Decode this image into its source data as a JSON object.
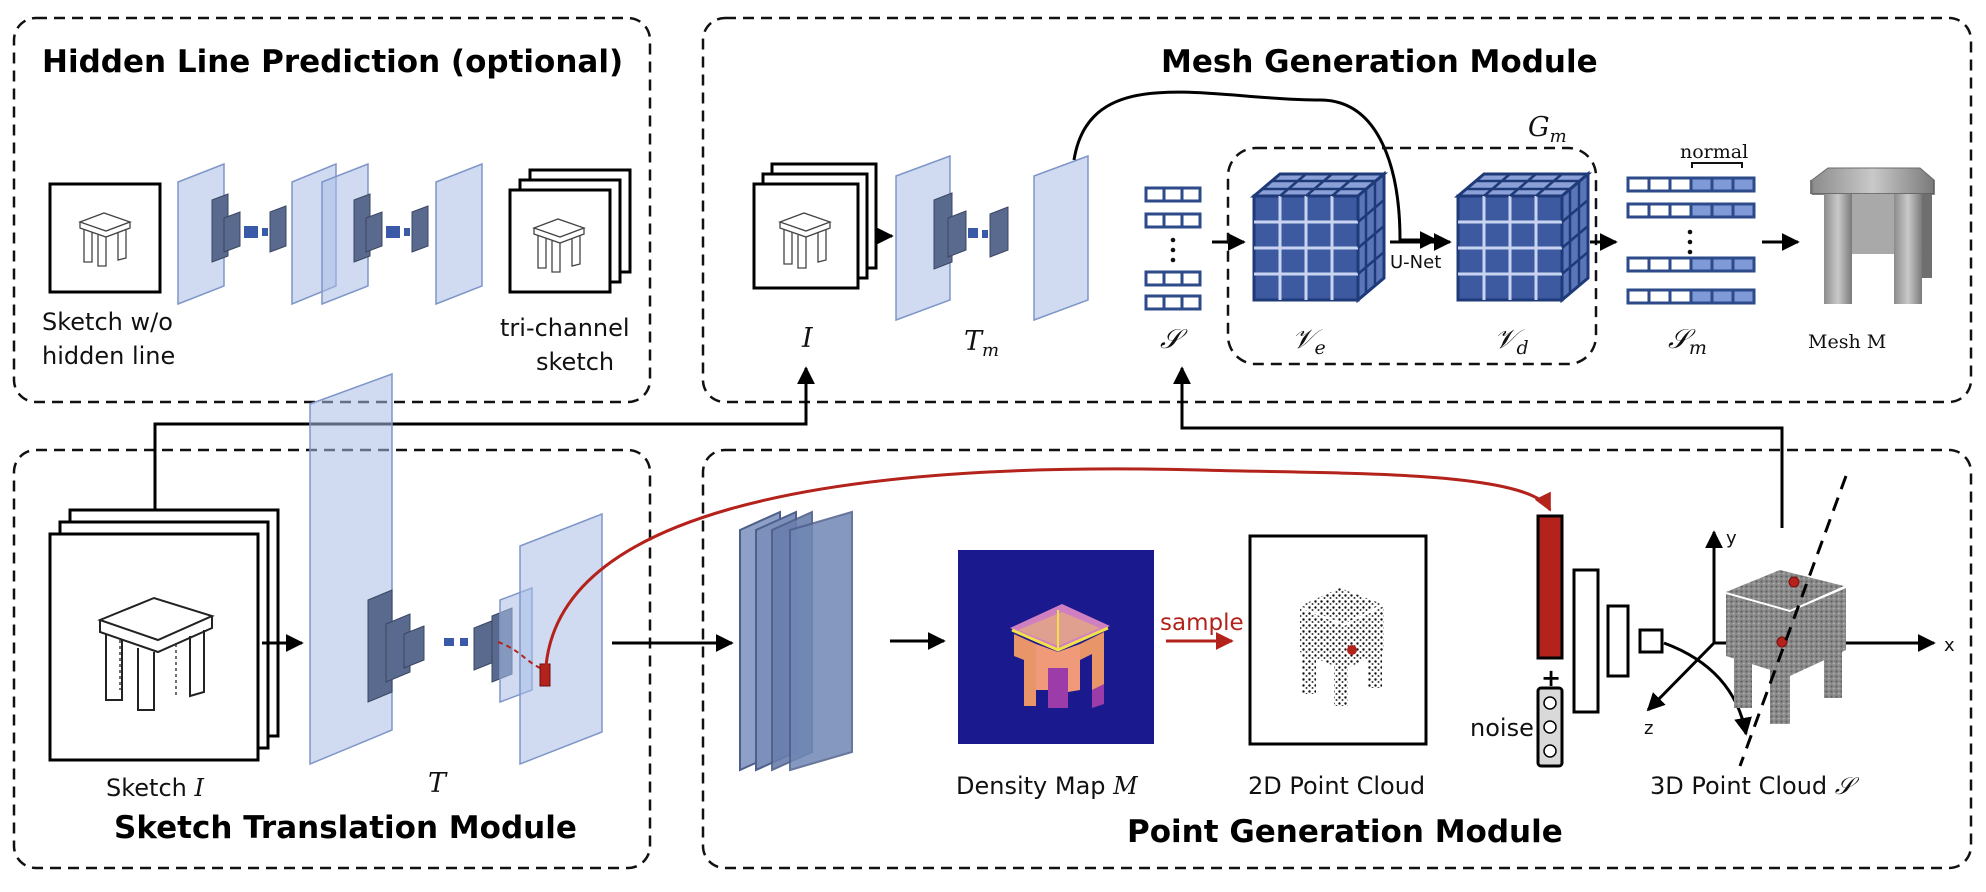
{
  "panels": {
    "hidden_line": {
      "title": "Hidden Line Prediction (optional)"
    },
    "mesh_generation": {
      "title": "Mesh Generation Module"
    },
    "sketch_translation": {
      "title": "Sketch Translation Module"
    },
    "point_generation": {
      "title": "Point Generation Module"
    }
  },
  "hidden_line": {
    "input_label_line1": "Sketch w/o",
    "input_label_line2": "hidden line",
    "output_label_line1": "tri-channel",
    "output_label_line2": "sketch"
  },
  "mesh": {
    "input_symbol": "I",
    "encoder_symbol": "T_m",
    "points_symbol": "S",
    "generator_symbol": "G_m",
    "unet_label": "U-Net",
    "voxel_enc_symbol": "V_e",
    "voxel_dec_symbol": "V_d",
    "normal_label": "normal",
    "output_points_symbol": "S_m",
    "mesh_label": "Mesh M"
  },
  "sketch_translation": {
    "sketch_label": "Sketch I",
    "network_symbol": "T"
  },
  "point_generation": {
    "density_label": "Density Map M",
    "sample_label": "sample",
    "cloud2d_label": "2D Point Cloud",
    "noise_label": "noise",
    "plus_sign": "+",
    "cloud3d_label": "3D Point Cloud S",
    "axis_x": "x",
    "axis_y": "y",
    "axis_z": "z"
  },
  "colors": {
    "panel_border": "#111111",
    "network_sheet": "#aabee6",
    "voxel_blue": "#2d4a8a",
    "density_background": "#1a1a8e",
    "accent_red": "#b3221b"
  }
}
